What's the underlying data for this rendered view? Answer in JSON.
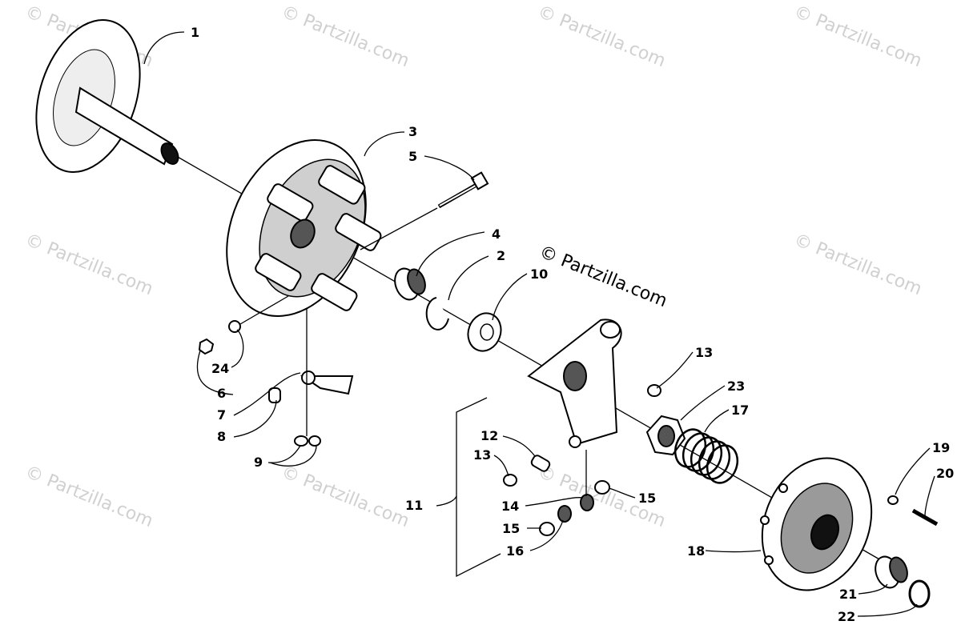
{
  "credit": "© Partzilla.com",
  "watermark_text": "© Partzilla.com",
  "callouts": {
    "c1": "1",
    "c2": "2",
    "c3": "3",
    "c4": "4",
    "c5": "5",
    "c6": "6",
    "c7": "7",
    "c8": "8",
    "c9": "9",
    "c10": "10",
    "c11": "11",
    "c12": "12",
    "c13a": "13",
    "c13b": "13",
    "c14": "14",
    "c15a": "15",
    "c15b": "15",
    "c16": "16",
    "c17": "17",
    "c18": "18",
    "c19": "19",
    "c20": "20",
    "c21": "21",
    "c22": "22",
    "c23": "23",
    "c24": "24"
  },
  "colors": {
    "ink": "#000000",
    "watermark": "#d0d0d0",
    "background": "#ffffff"
  }
}
